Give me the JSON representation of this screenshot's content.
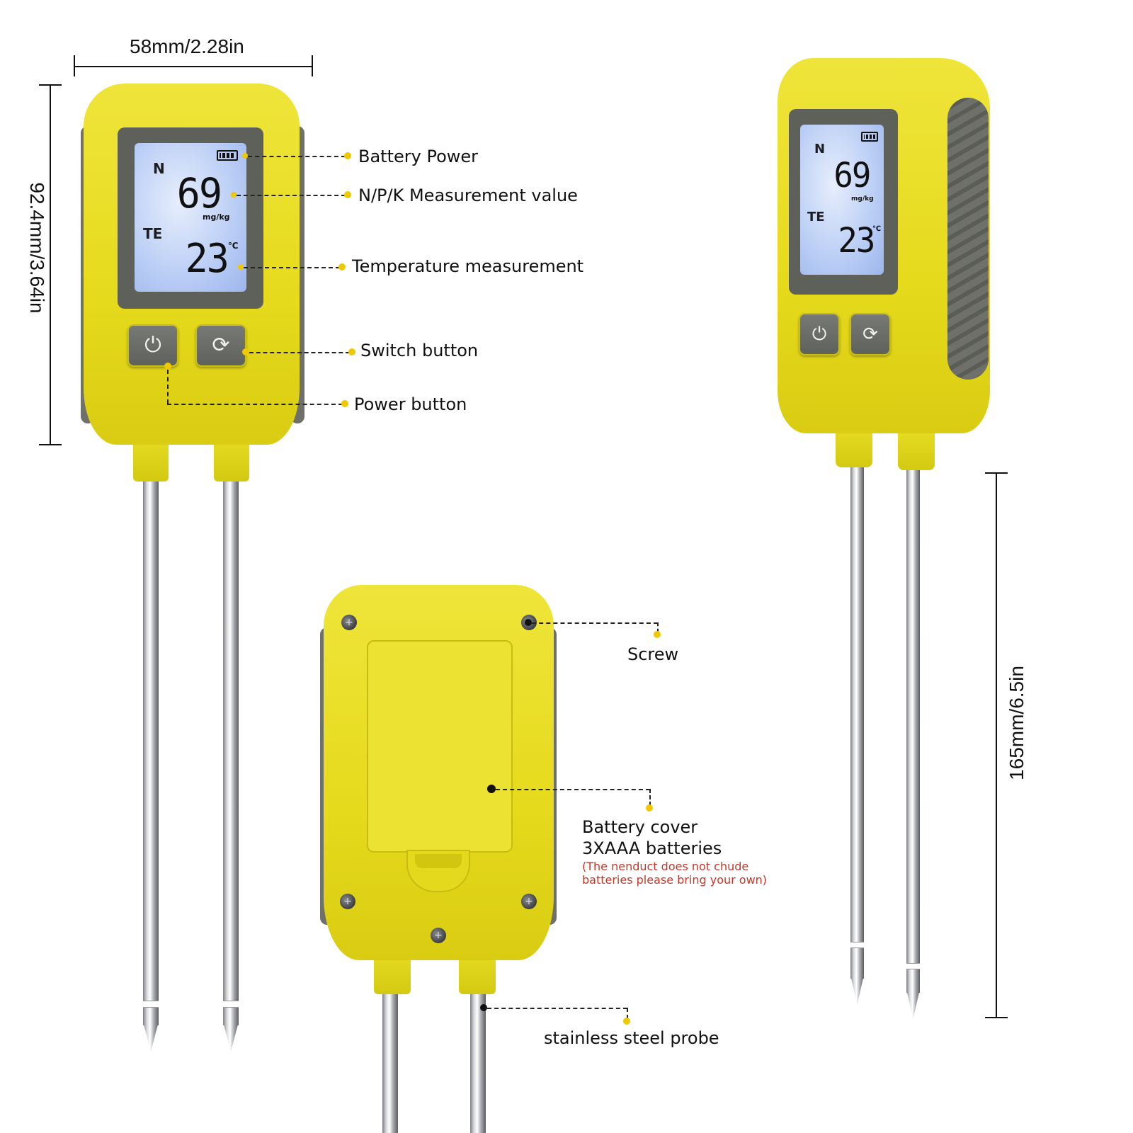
{
  "dimensions": {
    "width_label": "58mm/2.28in",
    "height_label": "92.4mm/3.64in",
    "probe_label": "165mm/6.5in"
  },
  "lcd": {
    "nutrient_letter": "N",
    "value": "69",
    "value_unit": "mg/kg",
    "temp_label": "TE",
    "temp_value": "23",
    "temp_unit": "℃"
  },
  "callouts": {
    "battery_power": "Battery Power",
    "npk_value": "N/P/K Measurement value",
    "temperature": "Temperature measurement",
    "switch_button": "Switch button",
    "power_button": "Power button",
    "screw": "Screw",
    "battery_cover_line1": "Battery cover",
    "battery_cover_line2": "3XAAA batteries",
    "battery_note_line1": "(The nenduct does not chude",
    "battery_note_line2": "batteries please bring your own)",
    "probe": "stainless steel probe"
  },
  "icons": {
    "power": "⏻",
    "switch": "⟳",
    "screw": "+"
  },
  "colors": {
    "body": "#e8dc1f",
    "grip": "#6e7069",
    "lcd": "#b9cdf5",
    "dot": "#f0c800",
    "note": "#c0392b"
  }
}
